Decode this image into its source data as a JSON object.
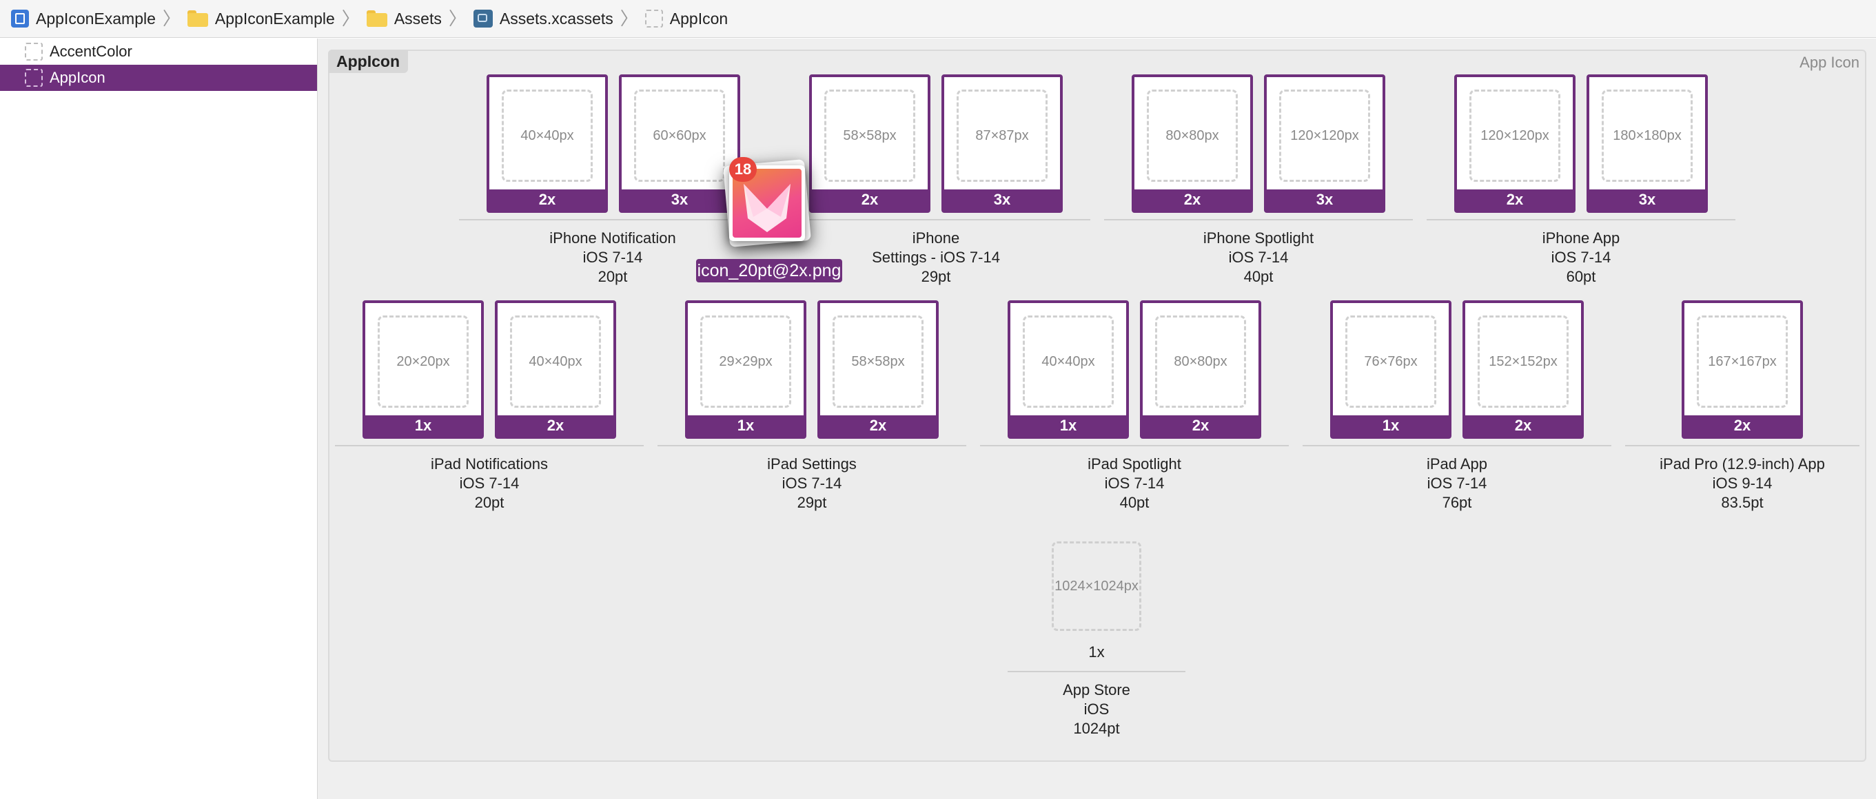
{
  "breadcrumb": [
    {
      "icon": "project-icon",
      "label": "AppIconExample"
    },
    {
      "icon": "folder-icon",
      "label": "AppIconExample"
    },
    {
      "icon": "folder-icon",
      "label": "Assets"
    },
    {
      "icon": "asset-catalog-icon",
      "label": "Assets.xcassets"
    },
    {
      "icon": "app-icon-set-icon",
      "label": "AppIcon"
    }
  ],
  "sidebar": {
    "items": [
      {
        "label": "AccentColor",
        "selected": false
      },
      {
        "label": "AppIcon",
        "selected": true
      }
    ]
  },
  "editor": {
    "set_name": "AppIcon",
    "set_type": "App Icon"
  },
  "groups": [
    {
      "id": "iphone-notification",
      "lines": [
        "iPhone Notification",
        "iOS 7-14",
        "20pt"
      ],
      "slots": [
        {
          "size": "40×40px",
          "scale": "2x"
        },
        {
          "size": "60×60px",
          "scale": "3x"
        }
      ]
    },
    {
      "id": "iphone-settings",
      "lines": [
        "iPhone",
        "Settings - iOS 7-14",
        "29pt"
      ],
      "slots": [
        {
          "size": "58×58px",
          "scale": "2x"
        },
        {
          "size": "87×87px",
          "scale": "3x"
        }
      ]
    },
    {
      "id": "iphone-spotlight",
      "lines": [
        "iPhone Spotlight",
        "iOS 7-14",
        "40pt"
      ],
      "slots": [
        {
          "size": "80×80px",
          "scale": "2x"
        },
        {
          "size": "120×120px",
          "scale": "3x"
        }
      ]
    },
    {
      "id": "iphone-app",
      "lines": [
        "iPhone App",
        "iOS 7-14",
        "60pt"
      ],
      "slots": [
        {
          "size": "120×120px",
          "scale": "2x"
        },
        {
          "size": "180×180px",
          "scale": "3x"
        }
      ]
    },
    {
      "id": "ipad-notifications",
      "lines": [
        "iPad Notifications",
        "iOS 7-14",
        "20pt"
      ],
      "slots": [
        {
          "size": "20×20px",
          "scale": "1x"
        },
        {
          "size": "40×40px",
          "scale": "2x"
        }
      ]
    },
    {
      "id": "ipad-settings",
      "lines": [
        "iPad Settings",
        "iOS 7-14",
        "29pt"
      ],
      "slots": [
        {
          "size": "29×29px",
          "scale": "1x"
        },
        {
          "size": "58×58px",
          "scale": "2x"
        }
      ]
    },
    {
      "id": "ipad-spotlight",
      "lines": [
        "iPad Spotlight",
        "iOS 7-14",
        "40pt"
      ],
      "slots": [
        {
          "size": "40×40px",
          "scale": "1x"
        },
        {
          "size": "80×80px",
          "scale": "2x"
        }
      ]
    },
    {
      "id": "ipad-app",
      "lines": [
        "iPad App",
        "iOS 7-14",
        "76pt"
      ],
      "slots": [
        {
          "size": "76×76px",
          "scale": "1x"
        },
        {
          "size": "152×152px",
          "scale": "2x"
        }
      ]
    },
    {
      "id": "ipad-pro-app",
      "lines": [
        "iPad Pro (12.9-inch) App",
        "iOS 9-14",
        "83.5pt"
      ],
      "slots": [
        {
          "size": "167×167px",
          "scale": "2x"
        }
      ]
    },
    {
      "id": "app-store",
      "lines": [
        "App Store",
        "iOS",
        "1024pt"
      ],
      "slots": [
        {
          "size": "1024×1024px",
          "scale": "1x"
        }
      ]
    }
  ],
  "drag": {
    "badge_count": "18",
    "filename": "icon_20pt@2x.png"
  },
  "colors": {
    "accent": "#6e2f7c",
    "badge": "#e8453c"
  }
}
